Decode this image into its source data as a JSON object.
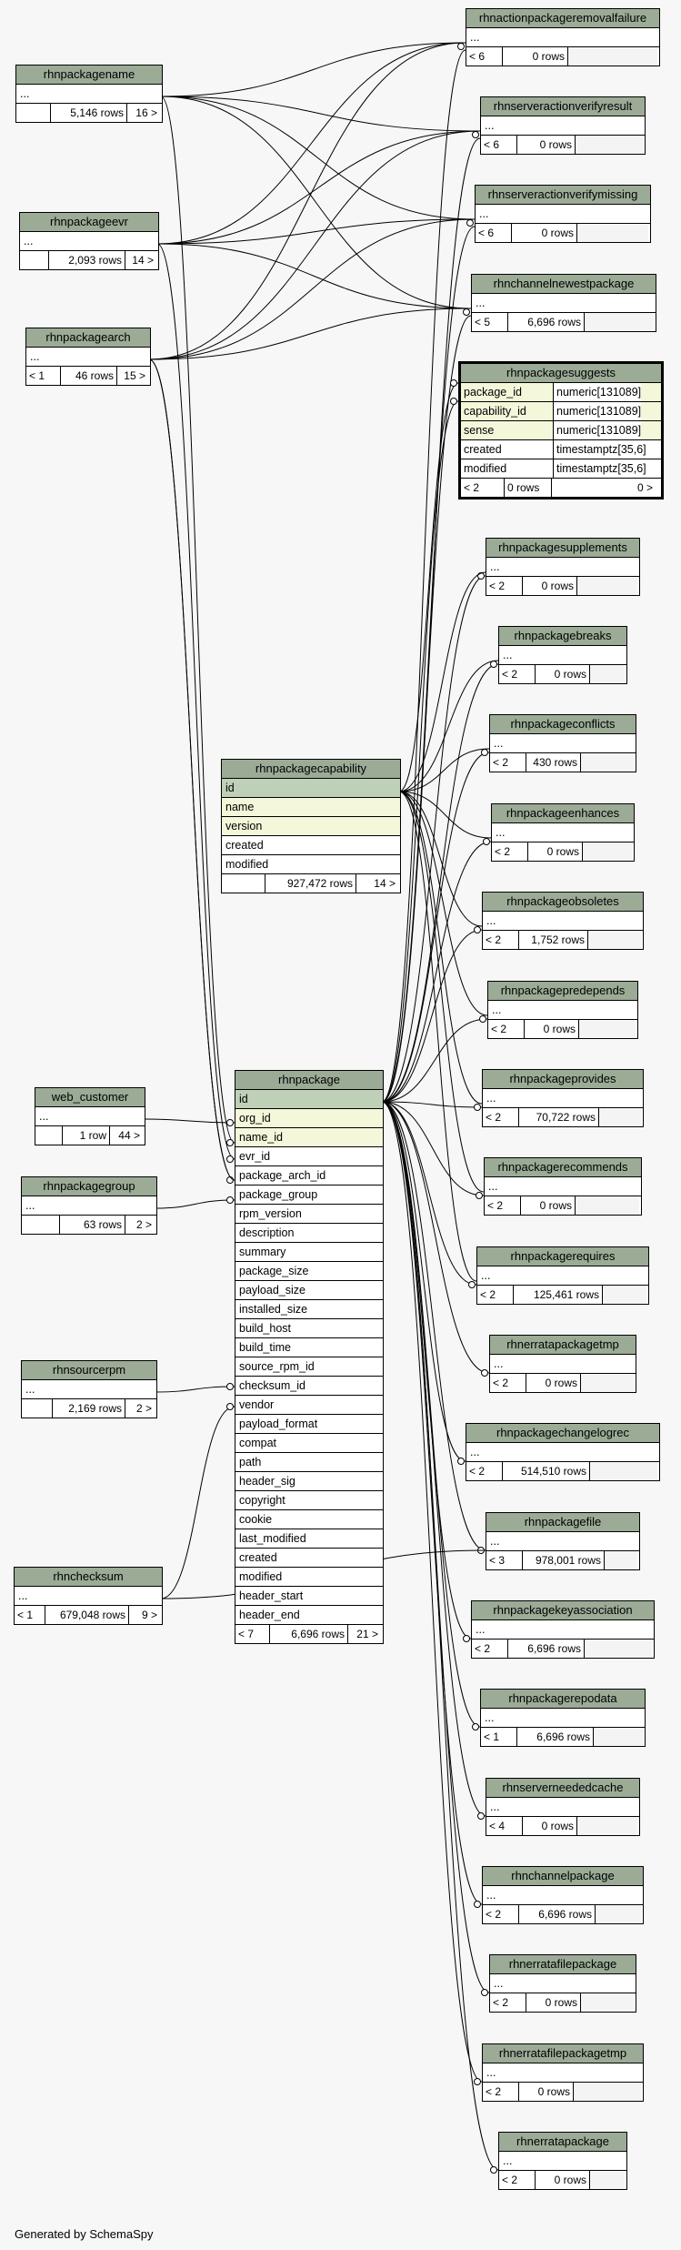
{
  "footer": "Generated by SchemaSpy",
  "tables": {
    "rhnactionpackageremovalfailure": {
      "name": "rhnactionpackageremovalfailure",
      "parents": "< 6",
      "rows": "0 rows",
      "children": ""
    },
    "rhnserveractionverifyresult": {
      "name": "rhnserveractionverifyresult",
      "parents": "< 6",
      "rows": "0 rows",
      "children": ""
    },
    "rhnserveractionverifymissing": {
      "name": "rhnserveractionverifymissing",
      "parents": "< 6",
      "rows": "0 rows",
      "children": ""
    },
    "rhnchannelnewestpackage": {
      "name": "rhnchannelnewestpackage",
      "parents": "< 5",
      "rows": "6,696 rows",
      "children": ""
    },
    "rhnpackagename": {
      "name": "rhnpackagename",
      "parents": "",
      "rows": "5,146 rows",
      "children": "16 >"
    },
    "rhnpackageevr": {
      "name": "rhnpackageevr",
      "parents": "",
      "rows": "2,093 rows",
      "children": "14 >"
    },
    "rhnpackagearch": {
      "name": "rhnpackagearch",
      "parents": "< 1",
      "rows": "46 rows",
      "children": "15 >"
    },
    "rhnpackagesuggests": {
      "name": "rhnpackagesuggests",
      "parents": "< 2",
      "rows": "0 rows",
      "children": "0 >",
      "columns": [
        {
          "name": "package_id",
          "type": "numeric[131089]"
        },
        {
          "name": "capability_id",
          "type": "numeric[131089]"
        },
        {
          "name": "sense",
          "type": "numeric[131089]"
        },
        {
          "name": "created",
          "type": "timestamptz[35,6]"
        },
        {
          "name": "modified",
          "type": "timestamptz[35,6]"
        }
      ]
    },
    "rhnpackagesupplements": {
      "name": "rhnpackagesupplements",
      "parents": "< 2",
      "rows": "0 rows",
      "children": ""
    },
    "rhnpackagebreaks": {
      "name": "rhnpackagebreaks",
      "parents": "< 2",
      "rows": "0 rows",
      "children": ""
    },
    "rhnpackageconflicts": {
      "name": "rhnpackageconflicts",
      "parents": "< 2",
      "rows": "430 rows",
      "children": ""
    },
    "rhnpackageenhances": {
      "name": "rhnpackageenhances",
      "parents": "< 2",
      "rows": "0 rows",
      "children": ""
    },
    "rhnpackageobsoletes": {
      "name": "rhnpackageobsoletes",
      "parents": "< 2",
      "rows": "1,752 rows",
      "children": ""
    },
    "rhnpackagepredepends": {
      "name": "rhnpackagepredepends",
      "parents": "< 2",
      "rows": "0 rows",
      "children": ""
    },
    "rhnpackageprovides": {
      "name": "rhnpackageprovides",
      "parents": "< 2",
      "rows": "70,722 rows",
      "children": ""
    },
    "rhnpackagerecommends": {
      "name": "rhnpackagerecommends",
      "parents": "< 2",
      "rows": "0 rows",
      "children": ""
    },
    "rhnpackagerequires": {
      "name": "rhnpackagerequires",
      "parents": "< 2",
      "rows": "125,461 rows",
      "children": ""
    },
    "rhnerratapackagetmp": {
      "name": "rhnerratapackagetmp",
      "parents": "< 2",
      "rows": "0 rows",
      "children": ""
    },
    "rhnpackagechangelogrec": {
      "name": "rhnpackagechangelogrec",
      "parents": "< 2",
      "rows": "514,510 rows",
      "children": ""
    },
    "rhnpackagefile": {
      "name": "rhnpackagefile",
      "parents": "< 3",
      "rows": "978,001 rows",
      "children": ""
    },
    "rhnpackagekeyassociation": {
      "name": "rhnpackagekeyassociation",
      "parents": "< 2",
      "rows": "6,696 rows",
      "children": ""
    },
    "rhnpackagerepodata": {
      "name": "rhnpackagerepodata",
      "parents": "< 1",
      "rows": "6,696 rows",
      "children": ""
    },
    "rhnserverneededcache": {
      "name": "rhnserverneededcache",
      "parents": "< 4",
      "rows": "0 rows",
      "children": ""
    },
    "rhnchannelpackage": {
      "name": "rhnchannelpackage",
      "parents": "< 2",
      "rows": "6,696 rows",
      "children": ""
    },
    "rhnerratafilepackage": {
      "name": "rhnerratafilepackage",
      "parents": "< 2",
      "rows": "0 rows",
      "children": ""
    },
    "rhnerratafilepackagetmp": {
      "name": "rhnerratafilepackagetmp",
      "parents": "< 2",
      "rows": "0 rows",
      "children": ""
    },
    "rhnerratapackage": {
      "name": "rhnerratapackage",
      "parents": "< 2",
      "rows": "0 rows",
      "children": ""
    },
    "rhnpackagecapability": {
      "name": "rhnpackagecapability",
      "parents": "",
      "rows": "927,472 rows",
      "children": "14 >",
      "columns": [
        "id",
        "name",
        "version",
        "created",
        "modified"
      ]
    },
    "web_customer": {
      "name": "web_customer",
      "parents": "",
      "rows": "1 row",
      "children": "44 >"
    },
    "rhnpackagegroup": {
      "name": "rhnpackagegroup",
      "parents": "",
      "rows": "63 rows",
      "children": "2 >"
    },
    "rhnsourcerpm": {
      "name": "rhnsourcerpm",
      "parents": "",
      "rows": "2,169 rows",
      "children": "2 >"
    },
    "rhnchecksum": {
      "name": "rhnchecksum",
      "parents": "< 1",
      "rows": "679,048 rows",
      "children": "9 >"
    },
    "rhnpackage": {
      "name": "rhnpackage",
      "parents": "< 7",
      "rows": "6,696 rows",
      "children": "21 >",
      "columns": [
        "id",
        "org_id",
        "name_id",
        "evr_id",
        "package_arch_id",
        "package_group",
        "rpm_version",
        "description",
        "summary",
        "package_size",
        "payload_size",
        "installed_size",
        "build_host",
        "build_time",
        "source_rpm_id",
        "checksum_id",
        "vendor",
        "payload_format",
        "compat",
        "path",
        "header_sig",
        "copyright",
        "cookie",
        "last_modified",
        "created",
        "modified",
        "header_start",
        "header_end"
      ]
    }
  },
  "ellipsis": "..."
}
